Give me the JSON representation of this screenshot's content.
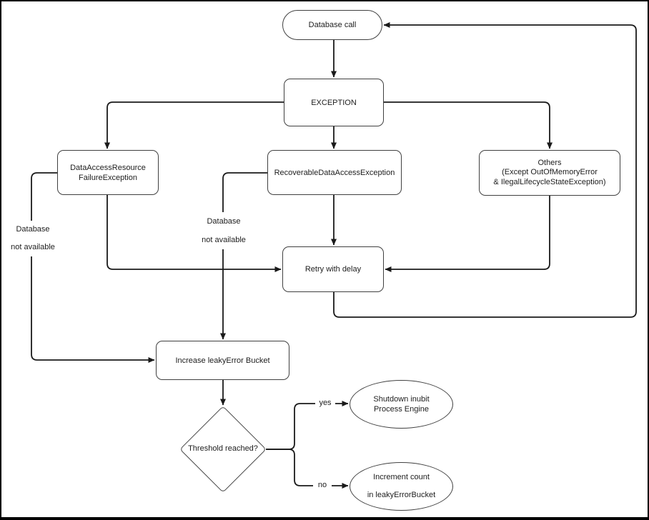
{
  "colors": {
    "background": "#ffffff",
    "node_border": "#404040",
    "connector": "#1a1a1a",
    "text": "#1d1d1d"
  },
  "nodes": {
    "database_call": {
      "label": "Database call"
    },
    "exception": {
      "label": "EXCEPTION"
    },
    "data_access_resource_failure": {
      "lines": [
        "DataAccessResource",
        "FailureException"
      ]
    },
    "recoverable_data_access": {
      "label": "RecoverableDataAccessException"
    },
    "others": {
      "lines": [
        "Others",
        "(Except OutOfMemoryError",
        "& IlegalLifecycleStateException)"
      ]
    },
    "retry_with_delay": {
      "label": "Retry with delay"
    },
    "increase_leaky_error_bucket": {
      "label": "Increase leakyError Bucket"
    },
    "threshold_reached": {
      "label": "Threshold reached?"
    },
    "shutdown_engine": {
      "lines": [
        "Shutdown inubit",
        "Process Engine"
      ]
    },
    "increment_count": {
      "lines": [
        "Increment count",
        "in leakyErrorBucket"
      ]
    }
  },
  "edge_labels": {
    "database_not_available_left": {
      "lines": [
        "Database",
        "not available"
      ]
    },
    "database_not_available_middle": {
      "lines": [
        "Database",
        "not available"
      ]
    },
    "yes": "yes",
    "no": "no"
  }
}
